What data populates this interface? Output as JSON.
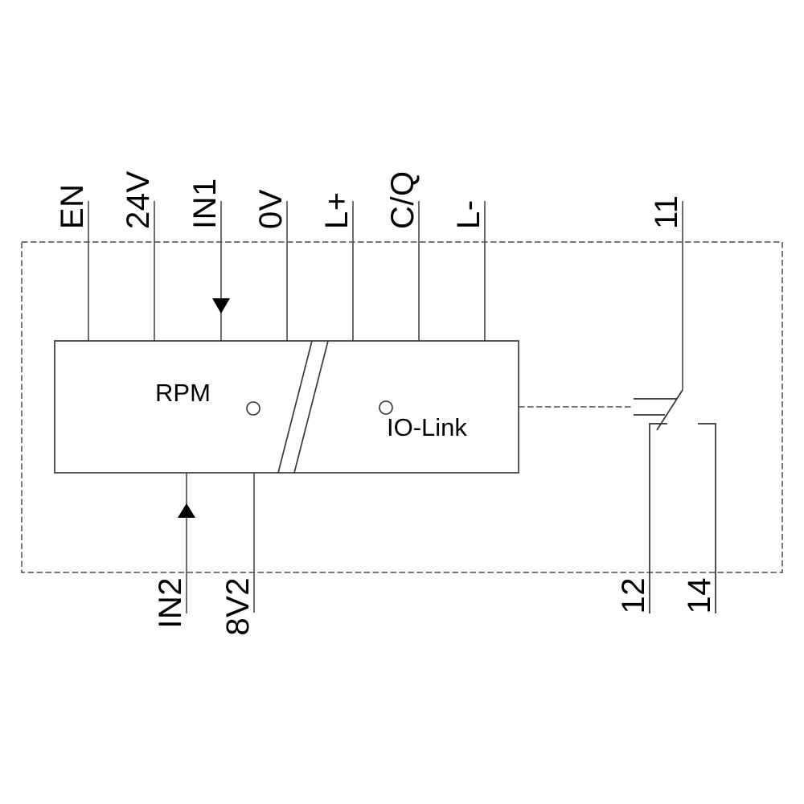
{
  "colors": {
    "background": "#ffffff",
    "wire": "#4a4a4a",
    "outline": "#3a3a3a",
    "text": "#000000"
  },
  "device_block": {
    "left_section_label": "RPM",
    "right_section_label": "IO-Link"
  },
  "top_terminals": [
    {
      "label": "EN"
    },
    {
      "label": "24V"
    },
    {
      "label": "IN1",
      "arrow": "down"
    },
    {
      "label": "0V"
    },
    {
      "label": "L+"
    },
    {
      "label": "C/Q"
    },
    {
      "label": "L-"
    }
  ],
  "bottom_terminals": [
    {
      "label": "IN2",
      "arrow": "up"
    },
    {
      "label": "8V2"
    }
  ],
  "relay_contact": {
    "common_terminal_label": "11",
    "nc_terminal_label": "12",
    "no_terminal_label": "14"
  }
}
